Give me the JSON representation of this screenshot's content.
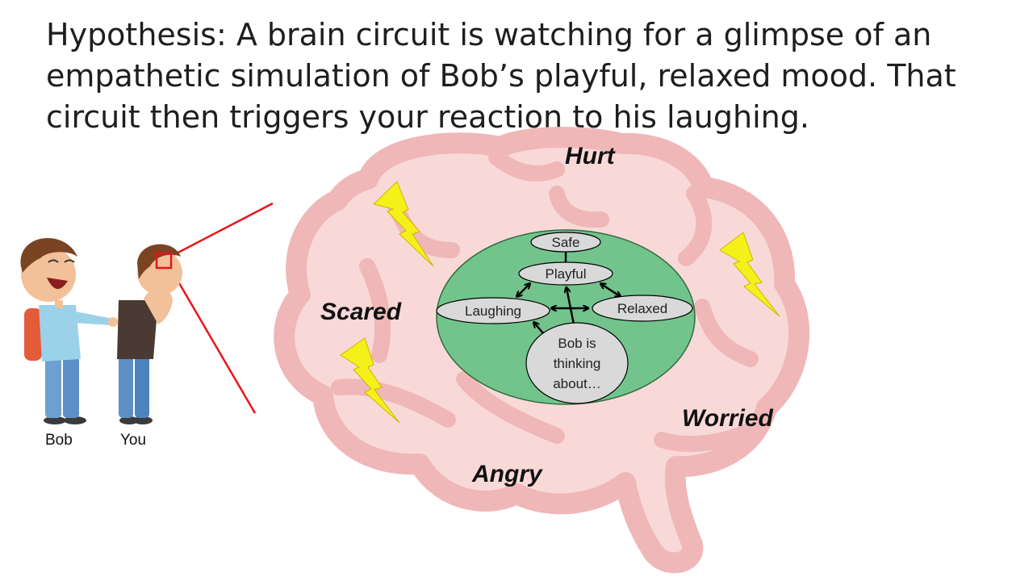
{
  "slide": {
    "title": "Hypothesis: A brain circuit is watching for a glimpse of an empathetic simulation of Bob’s playful, relaxed mood. That circuit then triggers your reaction to his laughing."
  },
  "people": {
    "bob_label": "Bob",
    "you_label": "You"
  },
  "emotions": {
    "hurt": "Hurt",
    "scared": "Scared",
    "worried": "Worried",
    "angry": "Angry"
  },
  "circuit": {
    "safe": "Safe",
    "playful": "Playful",
    "laughing": "Laughing",
    "relaxed": "Relaxed",
    "bob_thinking": [
      "Bob is",
      "thinking",
      "about…"
    ]
  },
  "colors": {
    "brain_fill": "#f9d9d8",
    "brain_outline": "#f0b7b8",
    "circuit_fill": "#66c286",
    "node_fill": "#d9d9d9",
    "lightning": "#f6f01a",
    "zoom_line": "#e8141b"
  },
  "icons": [
    "lightning-bolt-icon",
    "bob-figure",
    "you-figure"
  ]
}
